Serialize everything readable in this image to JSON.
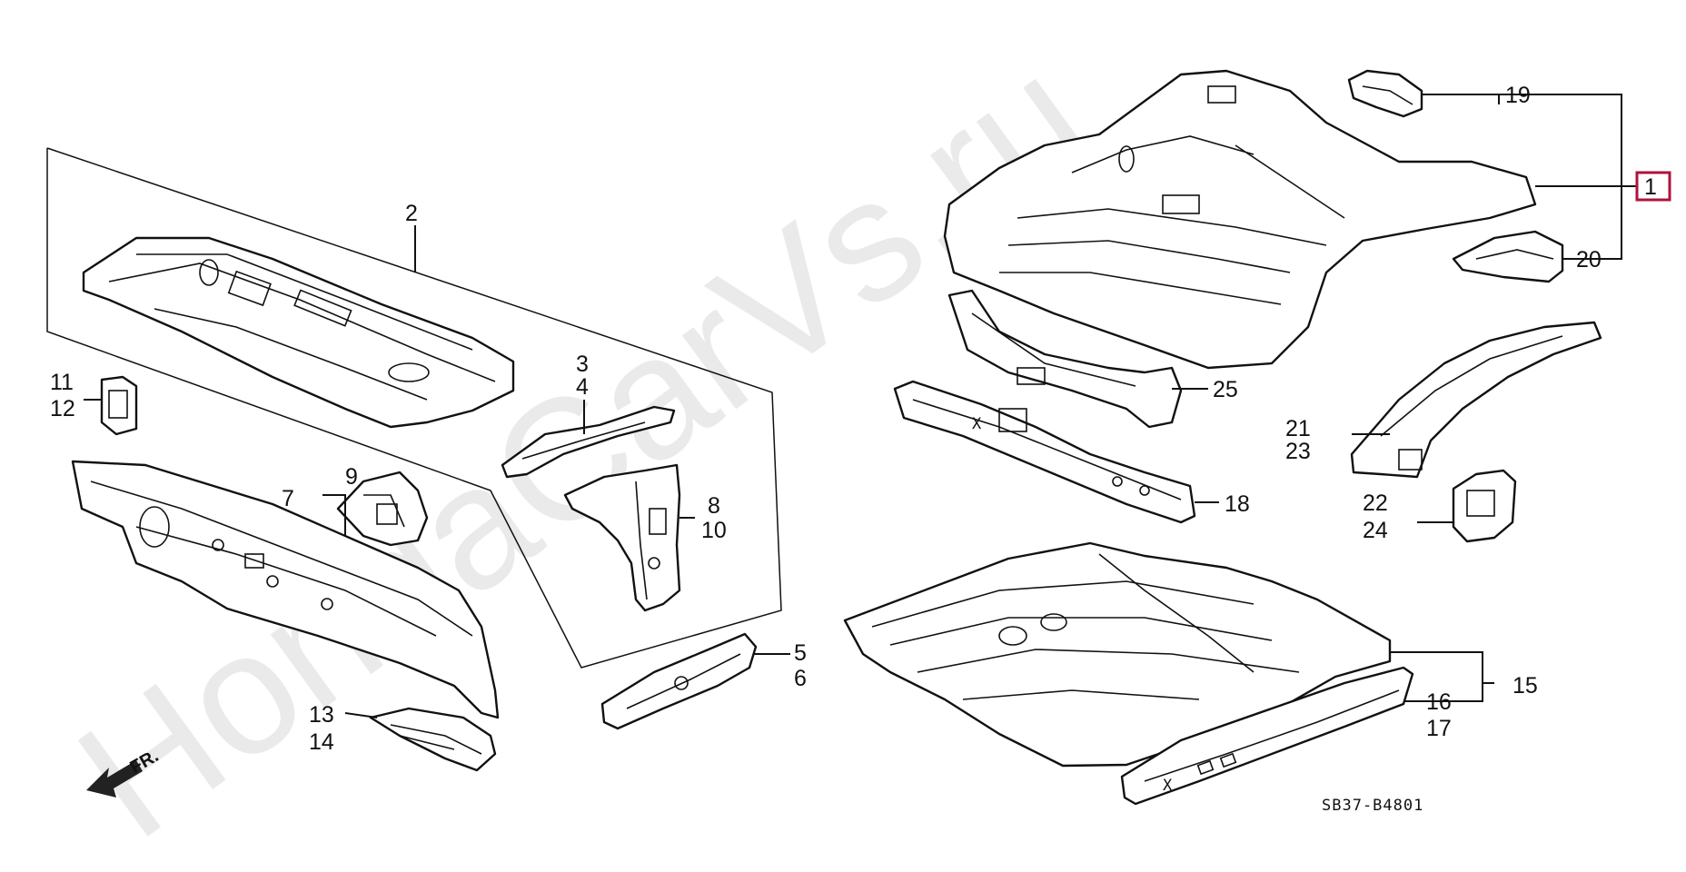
{
  "watermark": "HondaCarVs.ru",
  "diagram_code": "SB37-B4801",
  "direction_label": "FR.",
  "highlight_color": "#b0123c",
  "callouts": {
    "c1": "1",
    "c2": "2",
    "c3": "3",
    "c4": "4",
    "c5": "5",
    "c6": "6",
    "c7": "7",
    "c8": "8",
    "c9": "9",
    "c10": "10",
    "c11": "11",
    "c12": "12",
    "c13": "13",
    "c14": "14",
    "c15": "15",
    "c16": "16",
    "c17": "17",
    "c18": "18",
    "c19": "19",
    "c20": "20",
    "c21": "21",
    "c22": "22",
    "c23": "23",
    "c24": "24",
    "c25": "25"
  }
}
